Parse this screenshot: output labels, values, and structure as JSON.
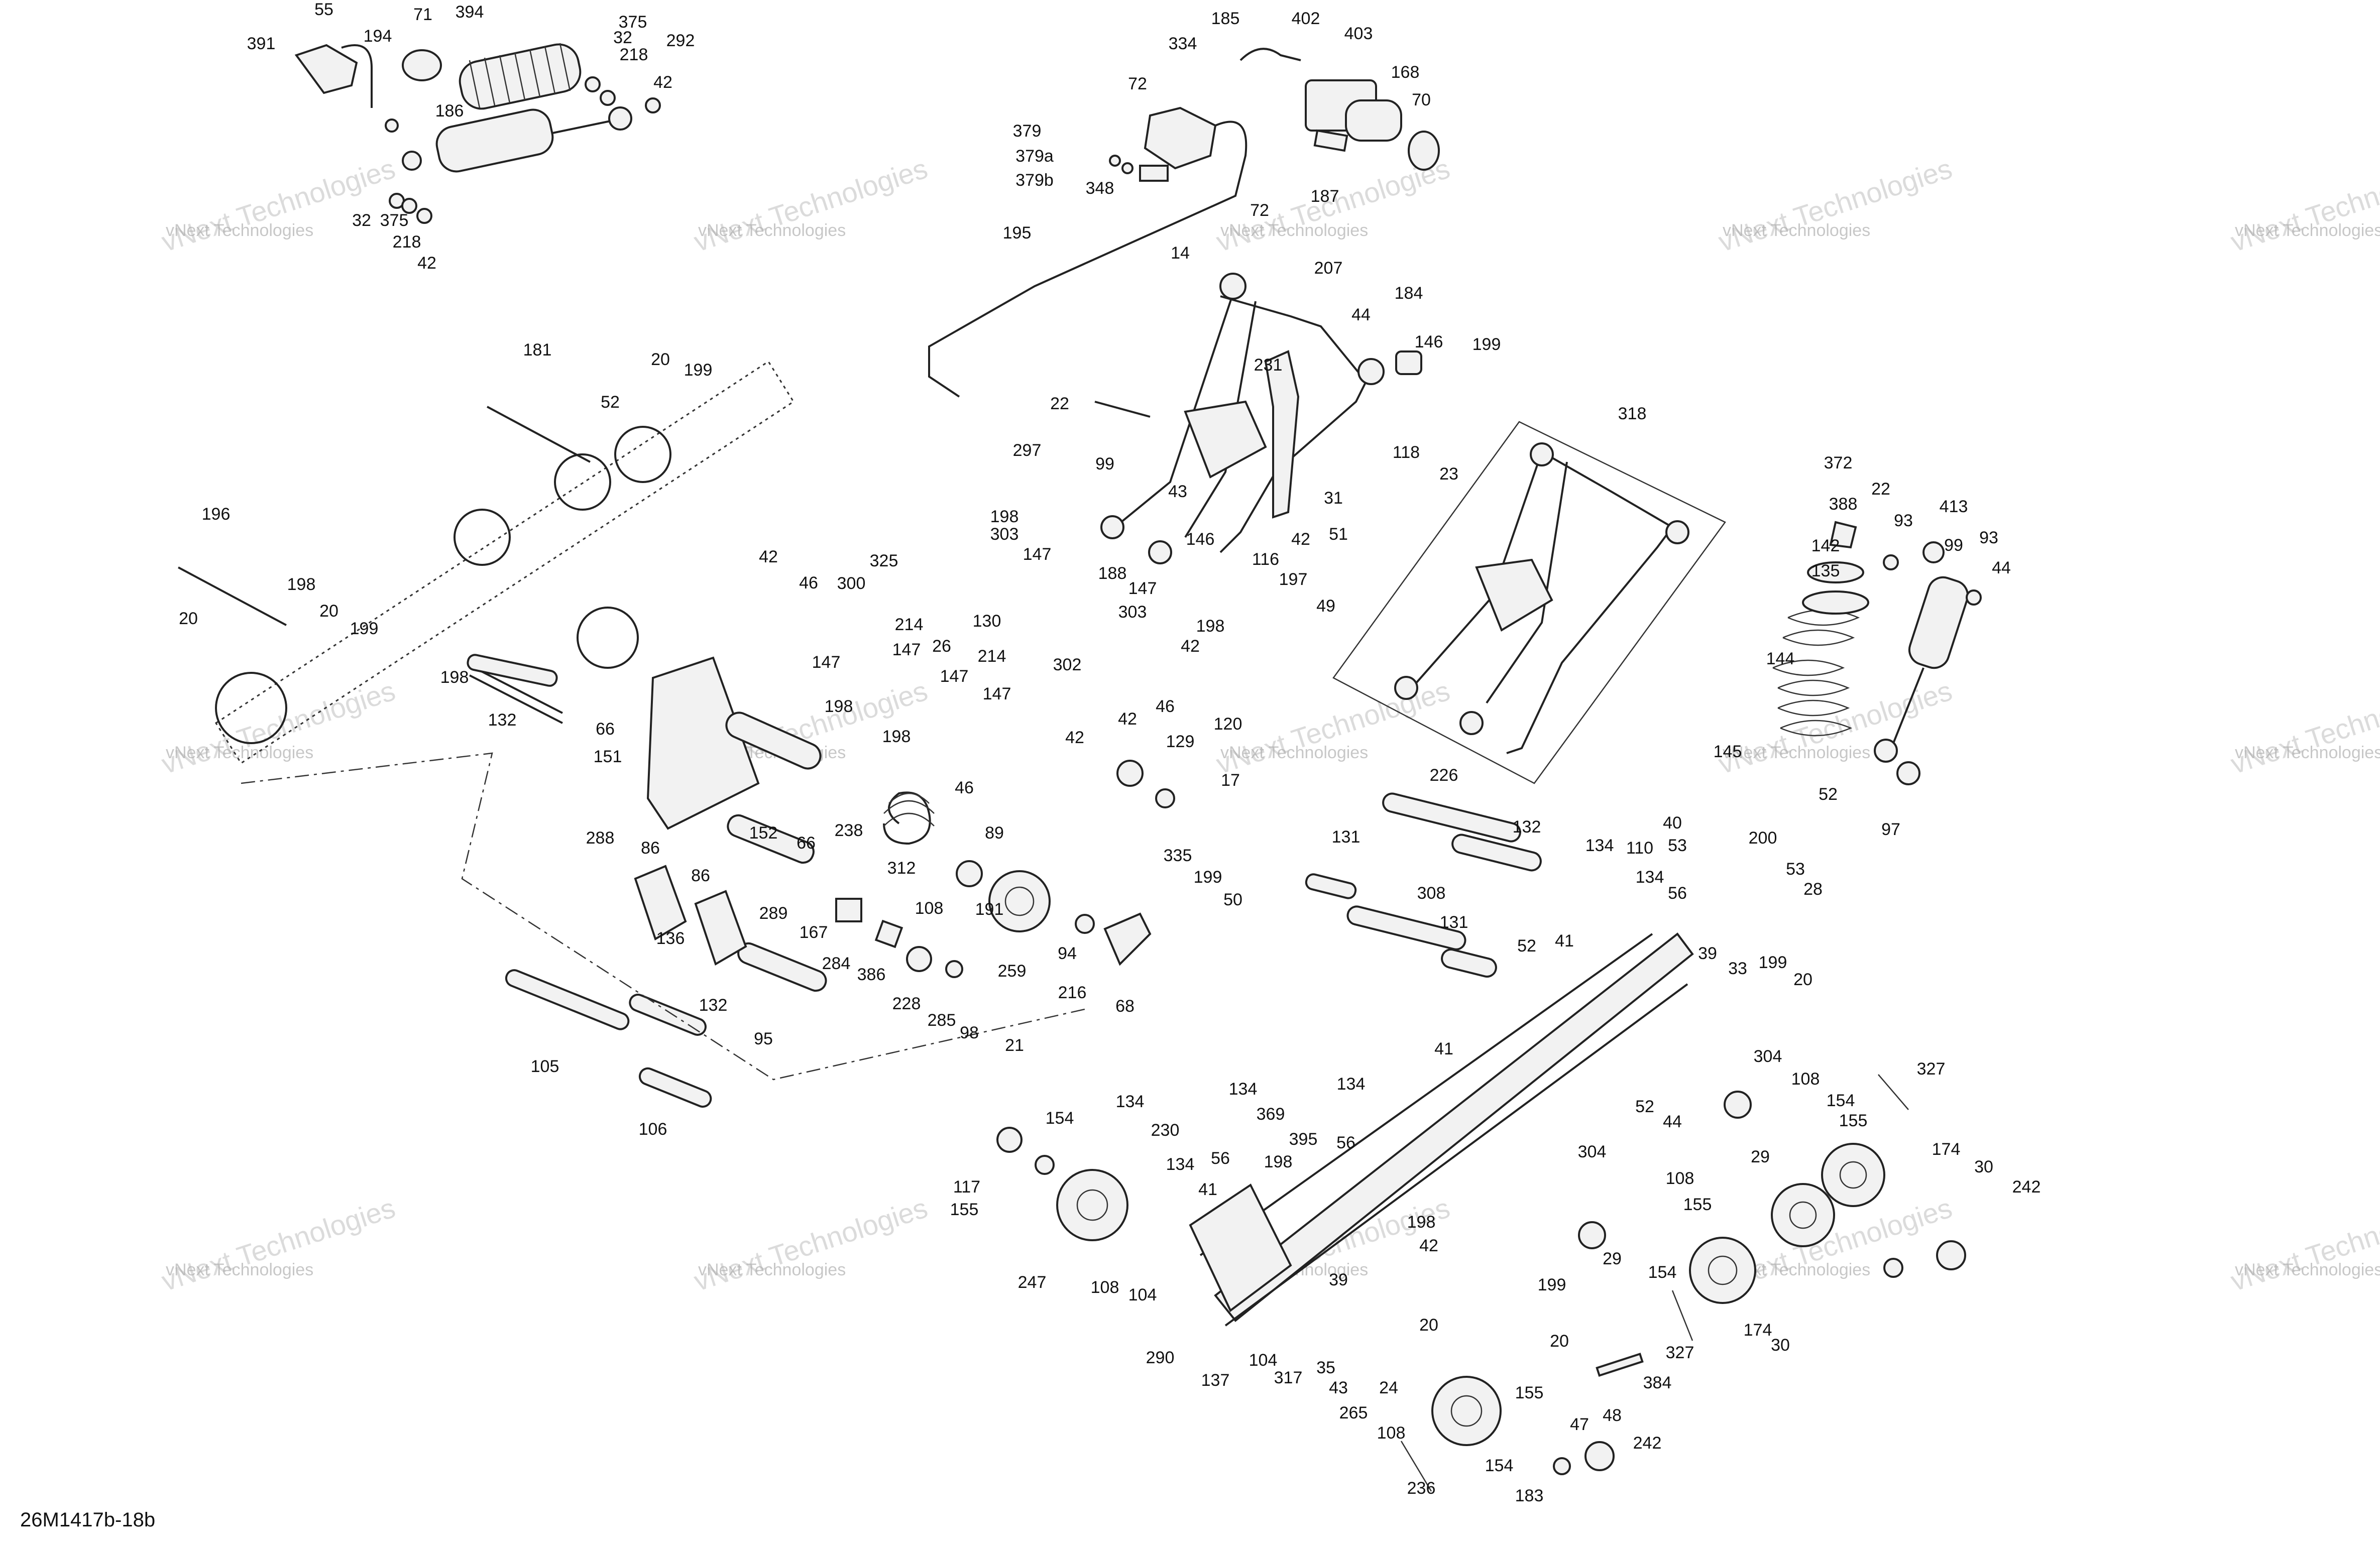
{
  "diagram_code": "26M1417b-18b",
  "watermark": {
    "line1": "vNext Technologies",
    "line2": "vNext Technologies"
  },
  "callouts": [
    [
      "55",
      645,
      30
    ],
    [
      "391",
      520,
      98
    ],
    [
      "194",
      752,
      83
    ],
    [
      "71",
      842,
      40
    ],
    [
      "394",
      935,
      35
    ],
    [
      "375",
      1260,
      55
    ],
    [
      "32",
      1240,
      86
    ],
    [
      "218",
      1262,
      120
    ],
    [
      "292",
      1355,
      92
    ],
    [
      "42",
      1320,
      175
    ],
    [
      "186",
      895,
      232
    ],
    [
      "32",
      720,
      450
    ],
    [
      "375",
      785,
      450
    ],
    [
      "218",
      810,
      493
    ],
    [
      "42",
      850,
      535
    ],
    [
      "185",
      2440,
      48
    ],
    [
      "402",
      2600,
      48
    ],
    [
      "403",
      2705,
      78
    ],
    [
      "168",
      2798,
      155
    ],
    [
      "70",
      2830,
      210
    ],
    [
      "334",
      2355,
      98
    ],
    [
      "72",
      2265,
      178
    ],
    [
      "379",
      2045,
      272
    ],
    [
      "379a",
      2060,
      322
    ],
    [
      "379b",
      2060,
      370
    ],
    [
      "348",
      2190,
      386
    ],
    [
      "187",
      2638,
      402
    ],
    [
      "72",
      2508,
      430
    ],
    [
      "14",
      2350,
      515
    ],
    [
      "195",
      2025,
      475
    ],
    [
      "207",
      2645,
      545
    ],
    [
      "184",
      2805,
      595
    ],
    [
      "44",
      2710,
      638
    ],
    [
      "146",
      2845,
      692
    ],
    [
      "199",
      2960,
      697
    ],
    [
      "181",
      1070,
      708
    ],
    [
      "20",
      1315,
      727
    ],
    [
      "199",
      1390,
      748
    ],
    [
      "52",
      1215,
      812
    ],
    [
      "231",
      2525,
      738
    ],
    [
      "22",
      2110,
      815
    ],
    [
      "297",
      2045,
      908
    ],
    [
      "99",
      2200,
      935
    ],
    [
      "118",
      2800,
      912
    ],
    [
      "23",
      2885,
      955
    ],
    [
      "318",
      3250,
      835
    ],
    [
      "43",
      2345,
      990
    ],
    [
      "31",
      2655,
      1003
    ],
    [
      "196",
      430,
      1035
    ],
    [
      "198",
      2000,
      1040
    ],
    [
      "303",
      2000,
      1075
    ],
    [
      "42",
      1530,
      1120
    ],
    [
      "325",
      1760,
      1128
    ],
    [
      "147",
      2065,
      1115
    ],
    [
      "372",
      3660,
      933
    ],
    [
      "22",
      3745,
      985
    ],
    [
      "413",
      3890,
      1020
    ],
    [
      "388",
      3670,
      1015
    ],
    [
      "142",
      3635,
      1098
    ],
    [
      "93",
      3790,
      1048
    ],
    [
      "99",
      3890,
      1097
    ],
    [
      "93",
      3960,
      1082
    ],
    [
      "44",
      3985,
      1142
    ],
    [
      "135",
      3635,
      1148
    ],
    [
      "146",
      2390,
      1085
    ],
    [
      "42",
      2590,
      1085
    ],
    [
      "51",
      2665,
      1075
    ],
    [
      "188",
      2215,
      1153
    ],
    [
      "116",
      2520,
      1125
    ],
    [
      "197",
      2575,
      1165
    ],
    [
      "49",
      2640,
      1218
    ],
    [
      "46",
      1610,
      1172
    ],
    [
      "300",
      1695,
      1173
    ],
    [
      "147",
      2275,
      1183
    ],
    [
      "198",
      600,
      1175
    ],
    [
      "20",
      655,
      1228
    ],
    [
      "20",
      375,
      1243
    ],
    [
      "199",
      725,
      1263
    ],
    [
      "130",
      1965,
      1248
    ],
    [
      "303",
      2255,
      1230
    ],
    [
      "198",
      2410,
      1258
    ],
    [
      "214",
      1810,
      1255
    ],
    [
      "26",
      1875,
      1298
    ],
    [
      "214",
      1975,
      1318
    ],
    [
      "147",
      1645,
      1330
    ],
    [
      "147",
      1805,
      1305
    ],
    [
      "42",
      2370,
      1298
    ],
    [
      "302",
      2125,
      1335
    ],
    [
      "147",
      1900,
      1358
    ],
    [
      "198",
      905,
      1360
    ],
    [
      "132",
      1000,
      1445
    ],
    [
      "147",
      1985,
      1393
    ],
    [
      "144",
      3545,
      1323
    ],
    [
      "198",
      1670,
      1418
    ],
    [
      "198",
      1785,
      1478
    ],
    [
      "66",
      1205,
      1463
    ],
    [
      "151",
      1210,
      1518
    ],
    [
      "120",
      2445,
      1453
    ],
    [
      "46",
      2320,
      1418
    ],
    [
      "42",
      2245,
      1443
    ],
    [
      "42",
      2140,
      1480
    ],
    [
      "129",
      2350,
      1488
    ],
    [
      "17",
      2450,
      1565
    ],
    [
      "145",
      3440,
      1508
    ],
    [
      "52",
      3640,
      1593
    ],
    [
      "97",
      3765,
      1663
    ],
    [
      "46",
      1920,
      1580
    ],
    [
      "226",
      2875,
      1555
    ],
    [
      "288",
      1195,
      1680
    ],
    [
      "152",
      1520,
      1670
    ],
    [
      "66",
      1605,
      1690
    ],
    [
      "238",
      1690,
      1665
    ],
    [
      "86",
      1295,
      1700
    ],
    [
      "89",
      1980,
      1670
    ],
    [
      "312",
      1795,
      1740
    ],
    [
      "132",
      3040,
      1658
    ],
    [
      "131",
      2680,
      1678
    ],
    [
      "134",
      3185,
      1695
    ],
    [
      "110",
      3265,
      1700
    ],
    [
      "40",
      3330,
      1650
    ],
    [
      "53",
      3340,
      1695
    ],
    [
      "200",
      3510,
      1680
    ],
    [
      "134",
      3285,
      1758
    ],
    [
      "53",
      3575,
      1742
    ],
    [
      "335",
      2345,
      1715
    ],
    [
      "86",
      1395,
      1755
    ],
    [
      "56",
      3340,
      1790
    ],
    [
      "28",
      3610,
      1782
    ],
    [
      "108",
      1850,
      1820
    ],
    [
      "191",
      1970,
      1822
    ],
    [
      "199",
      2405,
      1758
    ],
    [
      "50",
      2455,
      1803
    ],
    [
      "308",
      2850,
      1790
    ],
    [
      "289",
      1540,
      1830
    ],
    [
      "167",
      1620,
      1868
    ],
    [
      "94",
      2125,
      1910
    ],
    [
      "136",
      1335,
      1880
    ],
    [
      "284",
      1665,
      1930
    ],
    [
      "386",
      1735,
      1952
    ],
    [
      "259",
      2015,
      1945
    ],
    [
      "131",
      2895,
      1848
    ],
    [
      "52",
      3040,
      1895
    ],
    [
      "41",
      3115,
      1885
    ],
    [
      "39",
      3400,
      1910
    ],
    [
      "33",
      3460,
      1940
    ],
    [
      "199",
      3530,
      1928
    ],
    [
      "20",
      3590,
      1962
    ],
    [
      "216",
      2135,
      1988
    ],
    [
      "228",
      1805,
      2010
    ],
    [
      "68",
      2240,
      2015
    ],
    [
      "132",
      1420,
      2013
    ],
    [
      "285",
      1875,
      2043
    ],
    [
      "98",
      1930,
      2068
    ],
    [
      "95",
      1520,
      2080
    ],
    [
      "21",
      2020,
      2093
    ],
    [
      "304",
      3520,
      2115
    ],
    [
      "108",
      3595,
      2160
    ],
    [
      "154",
      3665,
      2203
    ],
    [
      "327",
      3845,
      2140
    ],
    [
      "41",
      2875,
      2100
    ],
    [
      "105",
      1085,
      2135
    ],
    [
      "52",
      3275,
      2215
    ],
    [
      "44",
      3330,
      2245
    ],
    [
      "155",
      3690,
      2243
    ],
    [
      "134",
      2250,
      2205
    ],
    [
      "134",
      2475,
      2180
    ],
    [
      "134",
      2690,
      2170
    ],
    [
      "106",
      1300,
      2260
    ],
    [
      "154",
      2110,
      2238
    ],
    [
      "369",
      2530,
      2230
    ],
    [
      "230",
      2320,
      2262
    ],
    [
      "395",
      2595,
      2280
    ],
    [
      "56",
      2680,
      2287
    ],
    [
      "29",
      3505,
      2315
    ],
    [
      "56",
      2430,
      2318
    ],
    [
      "134",
      2350,
      2330
    ],
    [
      "198",
      2545,
      2325
    ],
    [
      "304",
      3170,
      2305
    ],
    [
      "117",
      1925,
      2375
    ],
    [
      "108",
      3345,
      2358
    ],
    [
      "174",
      3875,
      2300
    ],
    [
      "30",
      3950,
      2335
    ],
    [
      "242",
      4035,
      2375
    ],
    [
      "155",
      1920,
      2420
    ],
    [
      "41",
      2405,
      2380
    ],
    [
      "155",
      3380,
      2410
    ],
    [
      "29",
      3210,
      2518
    ],
    [
      "154",
      3310,
      2545
    ],
    [
      "198",
      2830,
      2445
    ],
    [
      "42",
      2845,
      2492
    ],
    [
      "247",
      2055,
      2565
    ],
    [
      "108",
      2200,
      2575
    ],
    [
      "104",
      2275,
      2590
    ],
    [
      "39",
      2665,
      2560
    ],
    [
      "199",
      3090,
      2570
    ],
    [
      "327",
      3345,
      2705
    ],
    [
      "174",
      3500,
      2660
    ],
    [
      "30",
      3545,
      2690
    ],
    [
      "20",
      2845,
      2650
    ],
    [
      "290",
      2310,
      2715
    ],
    [
      "104",
      2515,
      2720
    ],
    [
      "35",
      2640,
      2735
    ],
    [
      "24",
      2765,
      2775
    ],
    [
      "317",
      2565,
      2755
    ],
    [
      "43",
      2665,
      2775
    ],
    [
      "137",
      2420,
      2760
    ],
    [
      "20",
      3105,
      2682
    ],
    [
      "384",
      3300,
      2765
    ],
    [
      "265",
      2695,
      2825
    ],
    [
      "155",
      3045,
      2785
    ],
    [
      "108",
      2770,
      2865
    ],
    [
      "47",
      3145,
      2848
    ],
    [
      "48",
      3210,
      2830
    ],
    [
      "242",
      3280,
      2885
    ],
    [
      "236",
      2830,
      2975
    ],
    [
      "154",
      2985,
      2930
    ],
    [
      "183",
      3045,
      2990
    ]
  ]
}
